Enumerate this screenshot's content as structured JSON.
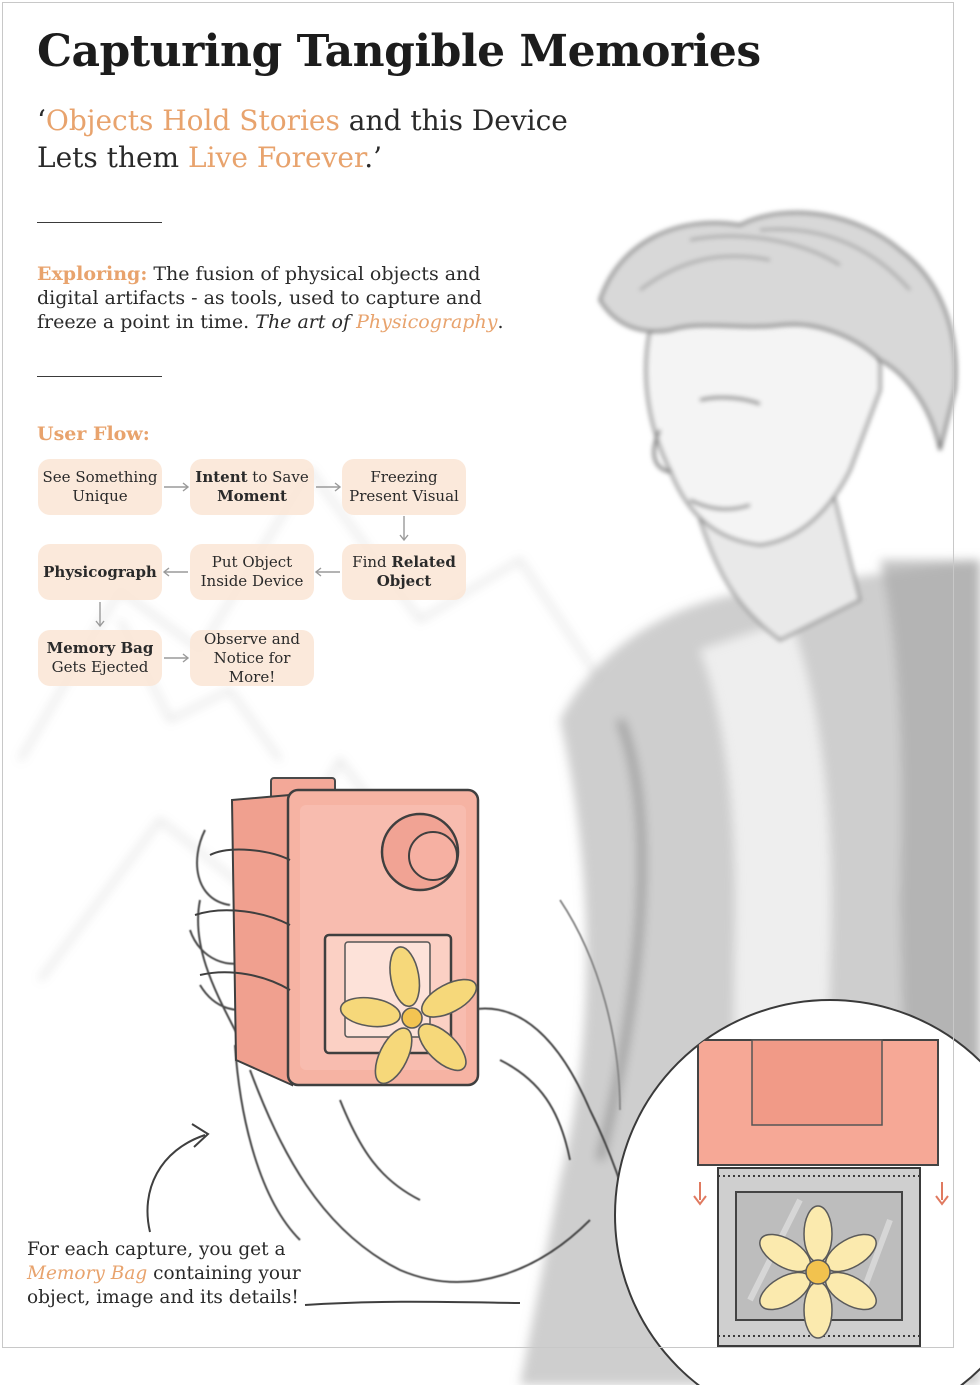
{
  "title": "Capturing Tangible Memories",
  "quote": {
    "open": "‘",
    "part1_accent": "Objects Hold Stories",
    "part2": " and this Device",
    "part3": "Lets them ",
    "part4_accent": "Live Forever",
    "close": ".’"
  },
  "exploring": {
    "label": "Exploring:",
    "text": " The fusion of physical objects and digital artifacts - as tools, used to capture and freeze a point in time. ",
    "italic": "The art of ",
    "accent": "Physicography",
    "end": "."
  },
  "user_flow": {
    "title": "User Flow:",
    "steps": [
      {
        "pre": "See Something Unique",
        "bold": "",
        "post": ""
      },
      {
        "pre": "",
        "bold": "Intent",
        "post": " to Save ",
        "bold2": "Moment"
      },
      {
        "pre": "Freezing Present Visual",
        "bold": "",
        "post": ""
      },
      {
        "pre": "Find ",
        "bold": "Related Object",
        "post": ""
      },
      {
        "pre": "Put Object Inside Device",
        "bold": "",
        "post": ""
      },
      {
        "pre": "",
        "bold": "Physicograph",
        "post": ""
      },
      {
        "pre": "",
        "bold": "Memory Bag",
        "post": " Gets Ejected"
      },
      {
        "pre": "Observe and Notice for More!",
        "bold": "",
        "post": ""
      }
    ]
  },
  "caption": {
    "line1": "For each capture, you get a ",
    "accent": "Memory Bag",
    "line2": " containing your object, image and its details!"
  },
  "colors": {
    "accent": "#e8a36d",
    "device": "#f2a693",
    "node_fill": "#fae6d6",
    "flower": "#f5d877"
  },
  "icons": [
    "person-sketch",
    "device-sketch",
    "flower-icon",
    "memory-bag-icon",
    "arrow-down-icon",
    "curved-arrow-icon"
  ]
}
